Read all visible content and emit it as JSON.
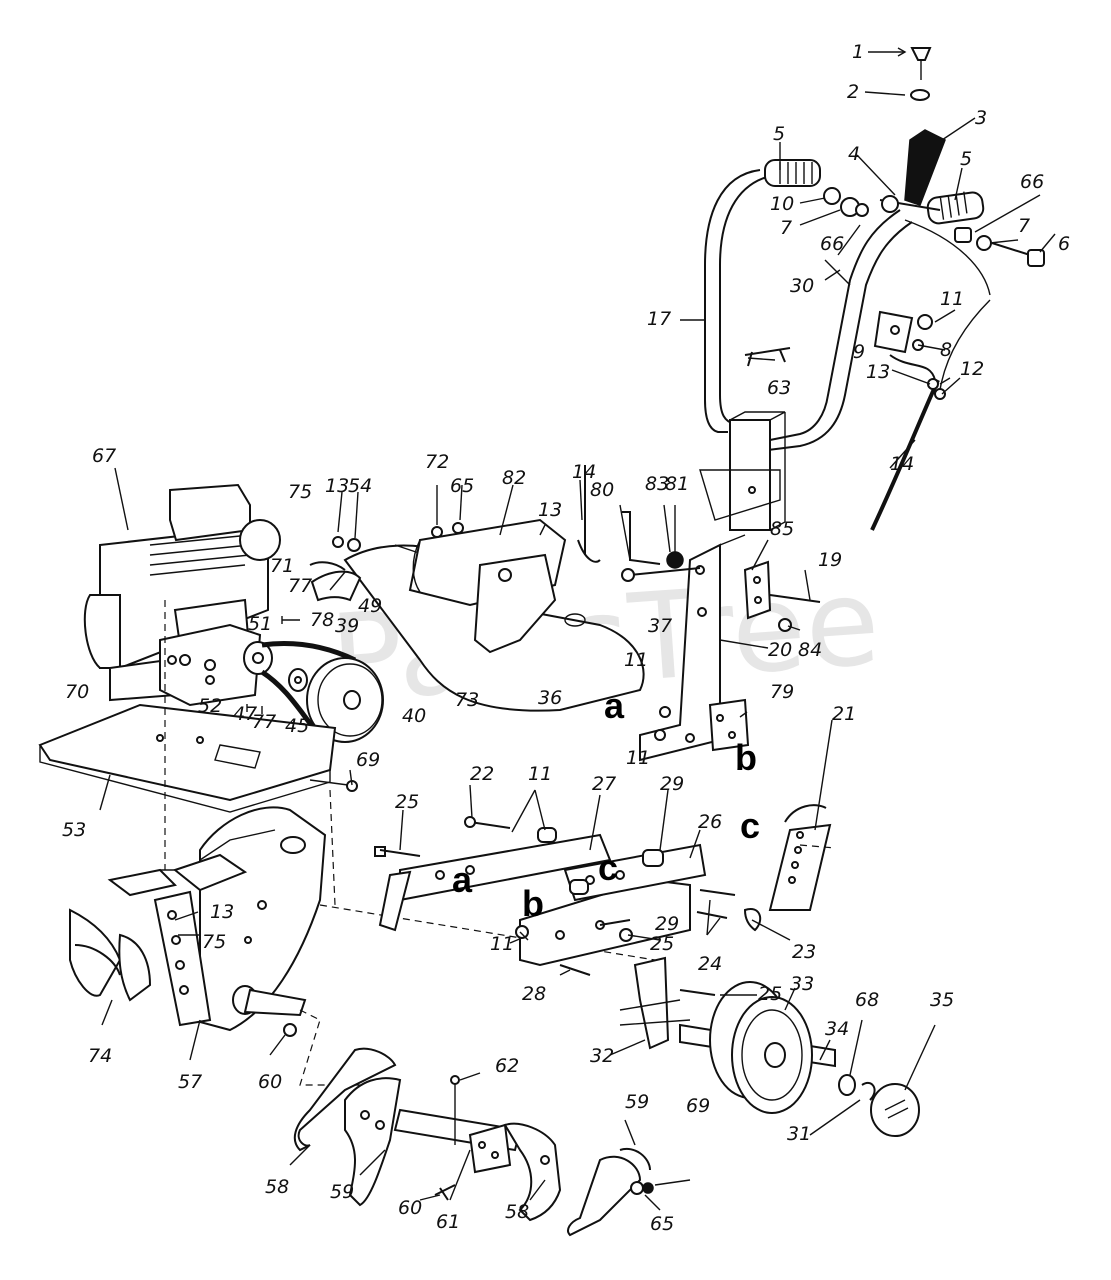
{
  "watermark": "PartsTree",
  "section_labels": [
    "a",
    "b",
    "c"
  ],
  "callouts": [
    "1",
    "2",
    "3",
    "4",
    "5",
    "6",
    "7",
    "8",
    "9",
    "10",
    "11",
    "12",
    "13",
    "14",
    "17",
    "19",
    "20",
    "21",
    "22",
    "23",
    "24",
    "25",
    "26",
    "27",
    "28",
    "29",
    "30",
    "31",
    "32",
    "33",
    "34",
    "35",
    "36",
    "37",
    "39",
    "40",
    "45",
    "47",
    "49",
    "51",
    "52",
    "53",
    "54",
    "57",
    "58",
    "59",
    "60",
    "61",
    "62",
    "63",
    "65",
    "66",
    "67",
    "68",
    "69",
    "70",
    "71",
    "72",
    "73",
    "74",
    "75",
    "77",
    "78",
    "79",
    "80",
    "81",
    "82",
    "83",
    "84",
    "85"
  ]
}
